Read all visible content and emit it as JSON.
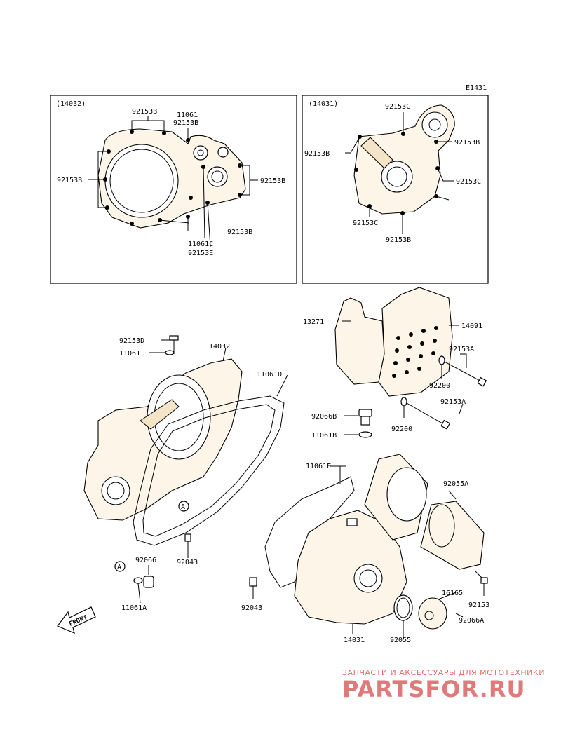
{
  "diagram_code": "E1431",
  "inset_left": {
    "code": "(14032)",
    "labels": {
      "top_a": "92153B",
      "top_b1": "11061",
      "top_b2": "92153B",
      "left": "92153B",
      "right": "92153B",
      "bottom_a": "11061C",
      "bottom_b": "92153E",
      "bottom_right": "92153B"
    }
  },
  "inset_right": {
    "code": "(14031)",
    "labels": {
      "top": "92153C",
      "right_top": "92153B",
      "left": "92153B",
      "right_mid": "92153C",
      "bottom_left": "92153C",
      "bottom": "92153B"
    }
  },
  "parts": {
    "p13271": "13271",
    "p14091": "14091",
    "p92153A_1": "92153A",
    "p92200_1": "92200",
    "p92153A_2": "92153A",
    "p92200_2": "92200",
    "p92153D": "92153D",
    "p11061": "11061",
    "p14032": "14032",
    "p11061D": "11061D",
    "p92066B": "92066B",
    "p11061B": "11061B",
    "p11061E": "11061E",
    "p92055A": "92055A",
    "p92066": "92066",
    "p92043_1": "92043",
    "p11061A": "11061A",
    "p92043_2": "92043",
    "p14031": "14031",
    "p92055": "92055",
    "p16165": "16165",
    "p92153": "92153",
    "p92066A": "92066A"
  },
  "callouts": {
    "a1": "A",
    "a2": "A"
  },
  "front_arrow": "FRONT",
  "watermark": {
    "tagline": "ЗАПЧАСТИ И АКСЕССУАРЫ ДЛЯ МОТОТЕХНИКИ",
    "brand": "PARTSFOR.RU"
  }
}
